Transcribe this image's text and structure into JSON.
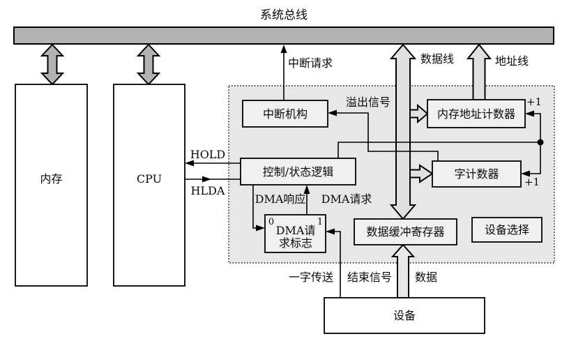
{
  "title": "系统总线",
  "colors": {
    "bus_fill": "#b3b3b3",
    "region_fill": "#e7e7e7",
    "box_fill": "#f0f0f0",
    "outer_box_fill": "#ffffff",
    "hollow_arrow_fill": "#e0e0e0"
  },
  "nodes": {
    "memory": "内存",
    "cpu": "CPU",
    "interrupt_mech": "中断机构",
    "control_logic": "控制/状态逻辑",
    "dma_flag_line1": "DMA请",
    "dma_flag_line2": "求标志",
    "dma_flag_zero": "0",
    "dma_flag_one": "1",
    "data_buffer": "数据缓冲寄存器",
    "addr_counter": "内存地址计数器",
    "word_counter": "字计数器",
    "device_select": "设备选择",
    "device": "设备"
  },
  "signals": {
    "interrupt_request": "中断请求",
    "data_line": "数据线",
    "address_line": "地址线",
    "overflow": "溢出信号",
    "hold": "HOLD",
    "hlda": "HLDA",
    "dma_response": "DMA响应",
    "dma_request": "DMA请求",
    "word_transfer": "一字传送",
    "end_signal": "结束信号",
    "data": "数据",
    "plus_one_top": "+1",
    "plus_one_bottom": "+1"
  }
}
